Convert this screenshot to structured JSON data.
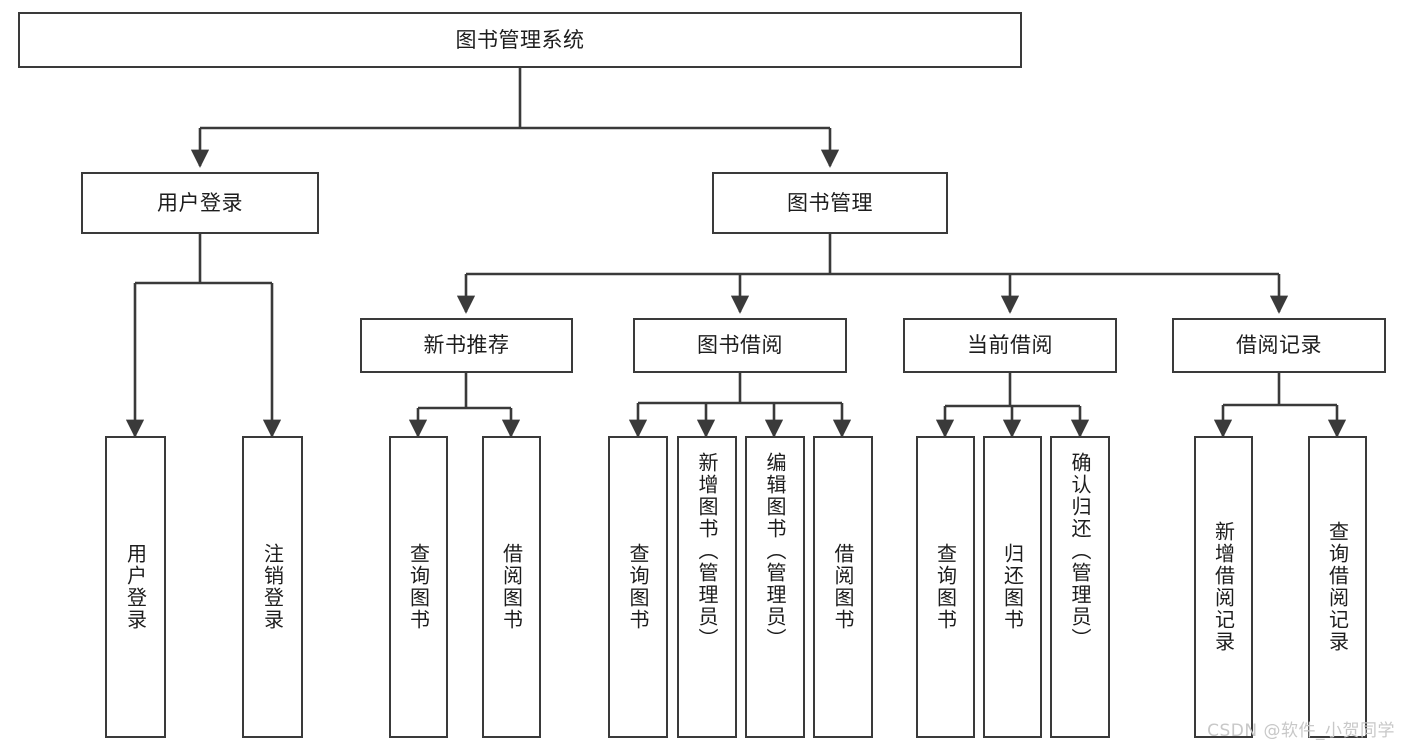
{
  "diagram": {
    "title": "图书管理系统",
    "type": "tree-structure-chart",
    "watermark": "CSDN @软件_小贺同学",
    "colors": {
      "stroke": "#3a3a3a",
      "fill": "#ffffff",
      "text": "#1d1d1d",
      "watermark": "#c8c8c8"
    },
    "nodes": {
      "root": {
        "label": "图书管理系统"
      },
      "level1": [
        {
          "id": "user-login",
          "label": "用户登录"
        },
        {
          "id": "book-manage",
          "label": "图书管理"
        }
      ],
      "level2": [
        {
          "id": "new-book-recommend",
          "label": "新书推荐"
        },
        {
          "id": "book-borrow",
          "label": "图书借阅"
        },
        {
          "id": "current-borrow",
          "label": "当前借阅"
        },
        {
          "id": "borrow-record",
          "label": "借阅记录"
        }
      ],
      "leaves": {
        "user-login": [
          {
            "id": "leaf-user-login",
            "label": "用户登录"
          },
          {
            "id": "leaf-logout-login",
            "label": "注销登录"
          }
        ],
        "new-book-recommend": [
          {
            "id": "leaf-query-book-1",
            "label": "查询图书"
          },
          {
            "id": "leaf-borrow-book-1",
            "label": "借阅图书"
          }
        ],
        "book-borrow": [
          {
            "id": "leaf-query-book-2",
            "label": "查询图书"
          },
          {
            "id": "leaf-add-book-admin",
            "label": "新增图书（管理员）"
          },
          {
            "id": "leaf-edit-book-admin",
            "label": "编辑图书（管理员）"
          },
          {
            "id": "leaf-borrow-book-2",
            "label": "借阅图书"
          }
        ],
        "current-borrow": [
          {
            "id": "leaf-query-book-3",
            "label": "查询图书"
          },
          {
            "id": "leaf-return-book",
            "label": "归还图书"
          },
          {
            "id": "leaf-confirm-return-admin",
            "label": "确认归还（管理员）"
          }
        ],
        "borrow-record": [
          {
            "id": "leaf-add-borrow-record",
            "label": "新增借阅记录"
          },
          {
            "id": "leaf-query-borrow-record",
            "label": "查询借阅记录"
          }
        ]
      }
    }
  }
}
